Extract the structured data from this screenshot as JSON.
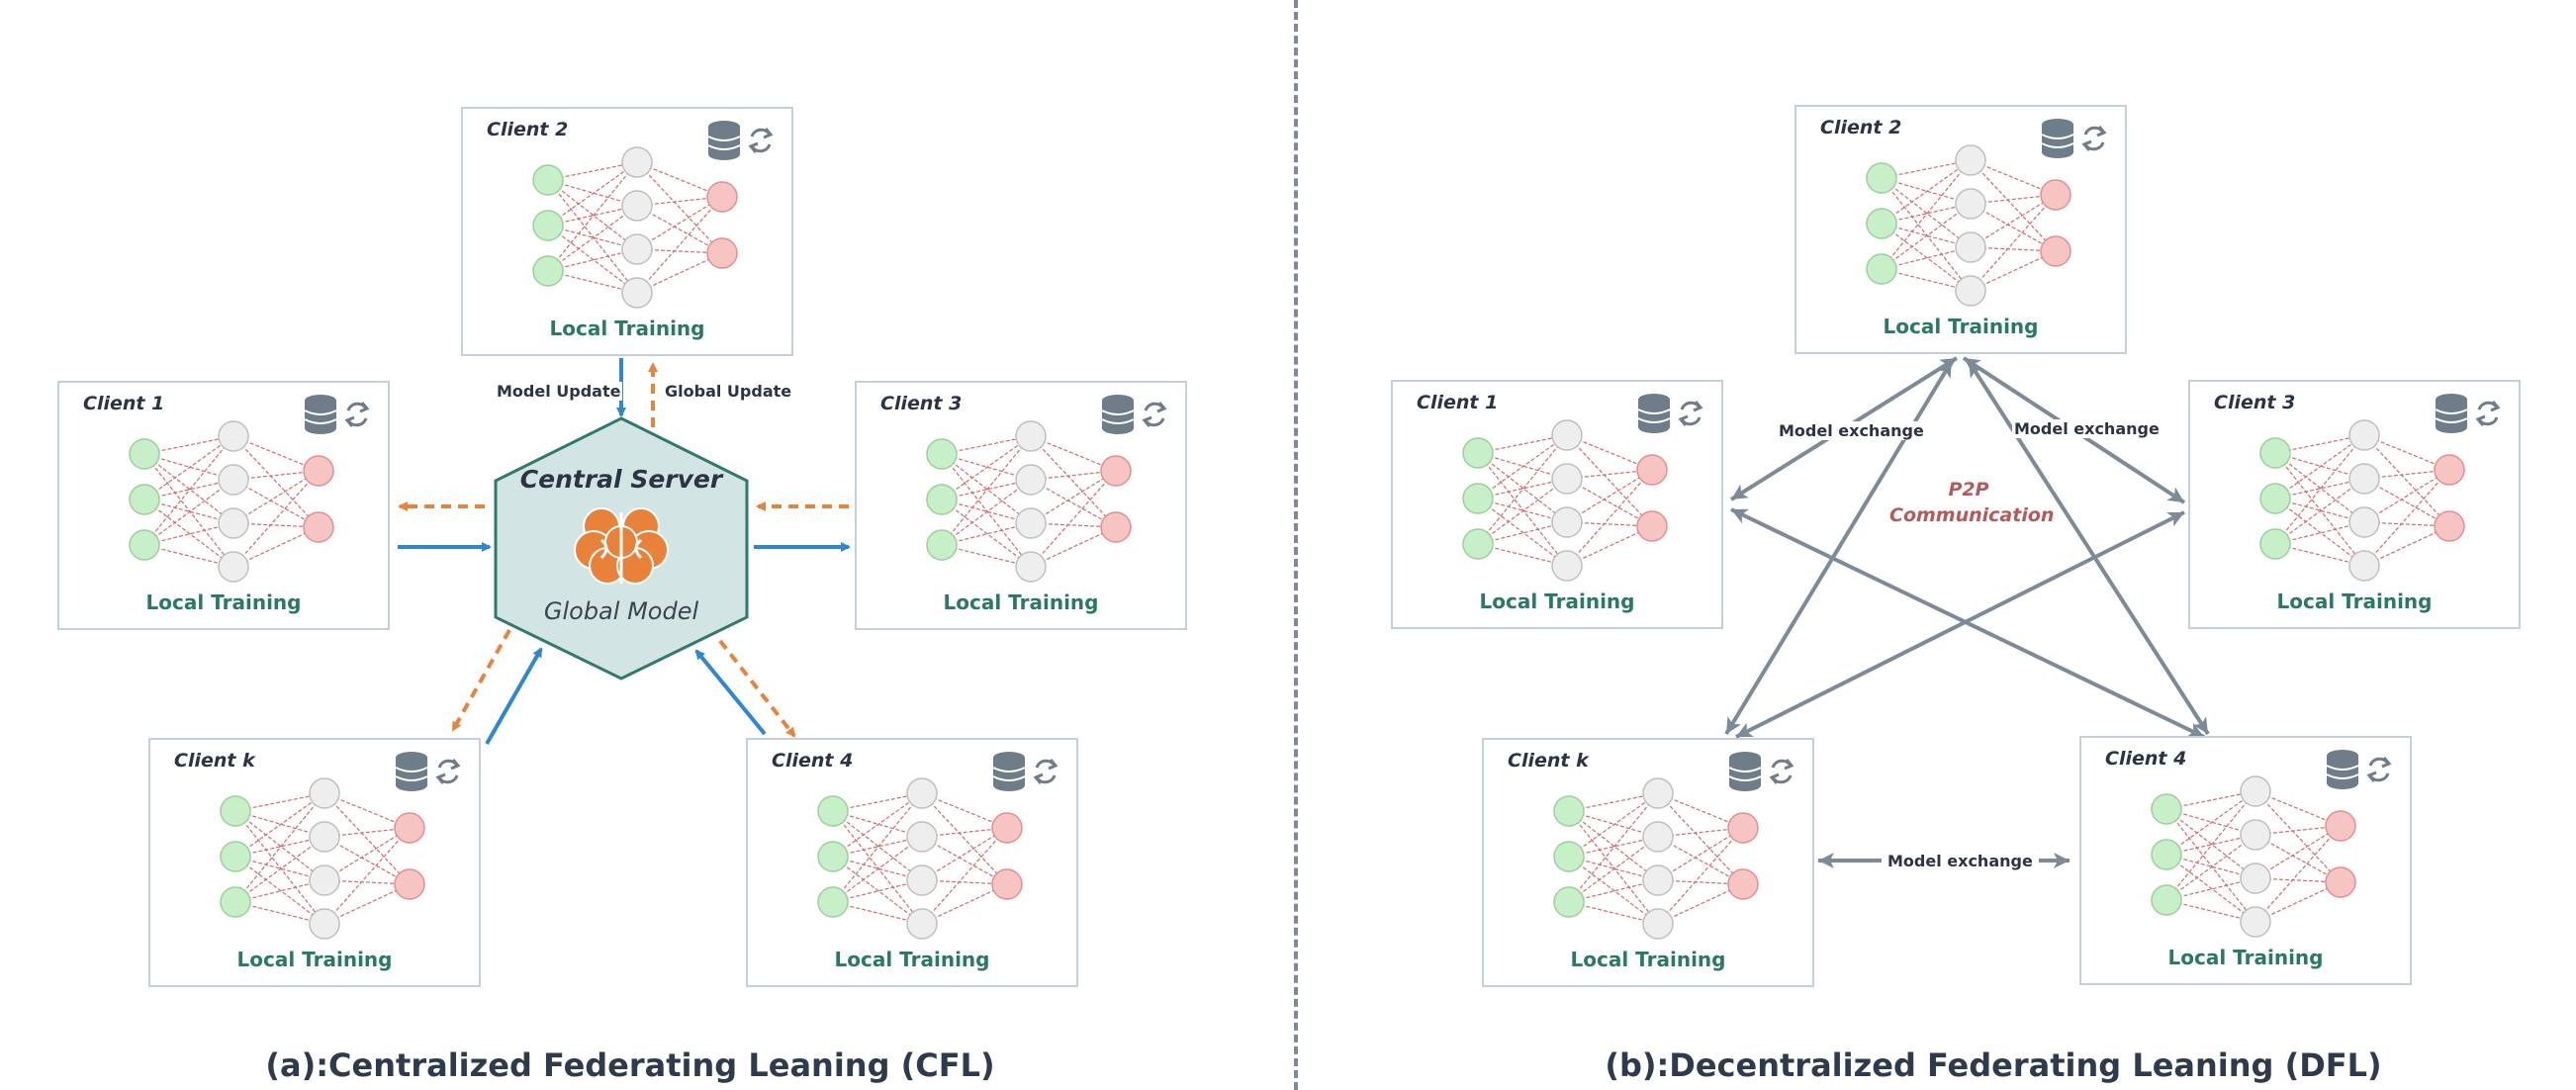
{
  "left_panel": {
    "server_title": "Central Server",
    "server_subtitle": "Global Model",
    "model_update_label": "Model Update",
    "global_update_label": "Global Update",
    "caption": "(a):Centralized Federating Leaning (CFL)",
    "clients": [
      {
        "name": "Client 2",
        "label": "Local Training"
      },
      {
        "name": "Client 1",
        "label": "Local Training"
      },
      {
        "name": "Client 3",
        "label": "Local Training"
      },
      {
        "name": "Client k",
        "label": "Local Training"
      },
      {
        "name": "Client 4",
        "label": "Local Training"
      }
    ]
  },
  "right_panel": {
    "p2p_label_line1": "P2P",
    "p2p_label_line2": "Communication",
    "exchange_left": "Model exchange",
    "exchange_right": "Model exchange",
    "exchange_bottom": "Model exchange",
    "caption": "(b):Decentralized Federating Leaning (DFL)",
    "clients": [
      {
        "name": "Client 2",
        "label": "Local Training"
      },
      {
        "name": "Client 1",
        "label": "Local Training"
      },
      {
        "name": "Client 3",
        "label": "Local Training"
      },
      {
        "name": "Client k",
        "label": "Local Training"
      },
      {
        "name": "Client 4",
        "label": "Local Training"
      }
    ]
  },
  "colors": {
    "model_update": "#2f86d1",
    "global_update": "#e8833a",
    "exchange": "#7d8b99",
    "input_node": "#c8f0c8",
    "hidden_node": "#eeeeee",
    "output_node": "#f7c4c4",
    "server_fill": "#d3e5e2",
    "brain": "#e8823a"
  },
  "icons": [
    "database-icon",
    "sync-icon",
    "brain-icon"
  ]
}
